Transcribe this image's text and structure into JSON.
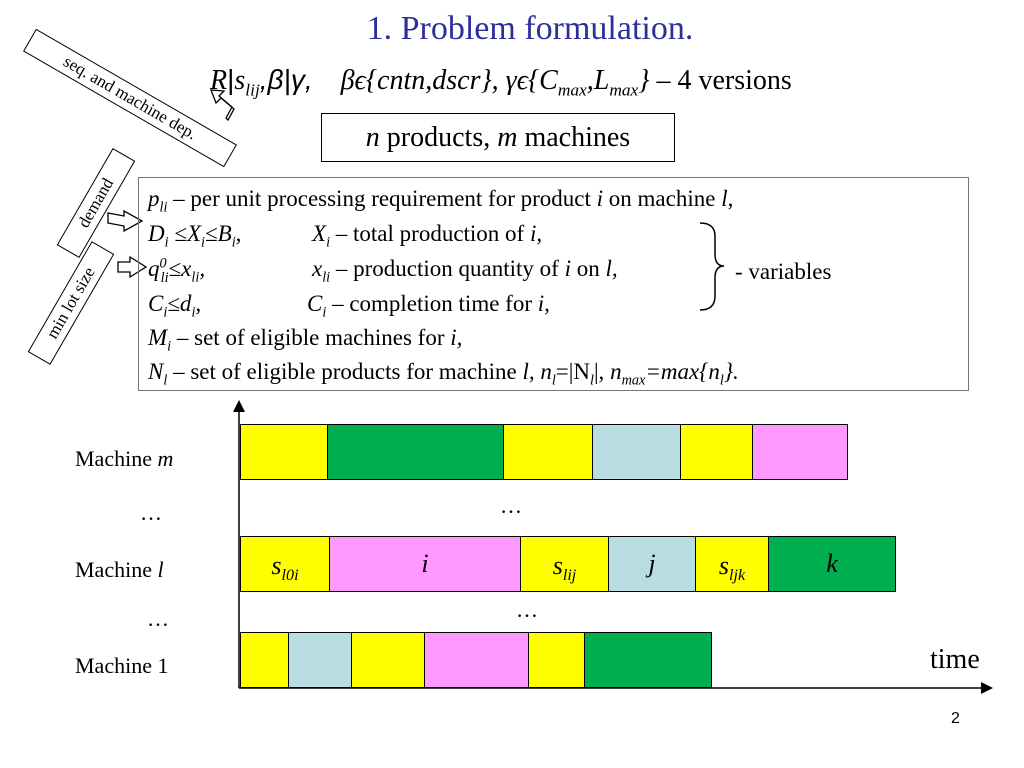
{
  "title": "1. Problem formulation.",
  "formula": {
    "R": "R",
    "bar1": "|",
    "s": "s",
    "s_sub": "lij",
    "beta_gamma": ",β|γ,",
    "beta_in": "βϵ{cntn,dscr},",
    "gamma_in": "γϵ{C",
    "max1": "max",
    "comma_L": ",L",
    "max2": "max",
    "close": "}",
    "versions": " – 4 versions"
  },
  "np_box": {
    "n": "n",
    "products": " products, ",
    "m": "m",
    "machines": " machines"
  },
  "tags": {
    "seq_machine": "seq. and machine dep.",
    "demand": "demand",
    "min_lot": "min lot size"
  },
  "definitions": {
    "l1_p": "p",
    "l1_p_sub": "li",
    "l1_text_a": " – per unit processing requirement for product ",
    "l1_i": "i",
    "l1_text_b": " on machine ",
    "l1_l": "l",
    "l1_end": ",",
    "l2_D": "D",
    "l2_D_sub": "i",
    "l2_le1": " ≤X",
    "l2_X_sub": "i",
    "l2_le2": "≤B",
    "l2_B_sub": "i",
    "l2_comma": ",",
    "l2_X": "X",
    "l2_X2_sub": "i",
    "l2_text": " – total production of ",
    "l2_i": "i,",
    "l3_q": "q",
    "l3_sup": "0",
    "l3_q_sub": "li",
    "l3_le": "≤x",
    "l3_x_sub": "li",
    "l3_comma": ",",
    "l3_x": "x",
    "l3_x2_sub": "li",
    "l3_text_a": " – production quantity of ",
    "l3_i": "i",
    "l3_text_b": " on ",
    "l3_l": "l,",
    "l4_C": "C",
    "l4_C_sub": "i",
    "l4_le": "≤d",
    "l4_d_sub": "i",
    "l4_comma": ",",
    "l4_C2": "C",
    "l4_C2_sub": "i",
    "l4_text": " – completion time for ",
    "l4_i": "i,",
    "l5_M": "M",
    "l5_M_sub": "i",
    "l5_text": " – set of eligible machines for ",
    "l5_i": "i,",
    "l6_N": "N",
    "l6_N_sub": "l",
    "l6_text": " – set of eligible products for machine ",
    "l6_l": "l, n",
    "l6_n_sub": "l",
    "l6_eq": "=|N",
    "l6_N2_sub": "l",
    "l6_bar": "|, ",
    "l6_n": "n",
    "l6_max_sub": "max",
    "l6_eq2": "=max{n",
    "l6_n2_sub": "l",
    "l6_end": "}."
  },
  "variables_label": "- variables",
  "gantt": {
    "machine_m_text": "Machine ",
    "machine_m_var": "m",
    "machine_l_text": "Machine ",
    "machine_l_var": "l",
    "machine_1": "Machine 1",
    "dots": "…",
    "time": "time",
    "labels": {
      "s_l0i": "s",
      "s_l0i_sub": "l0i",
      "i": "i",
      "s_lij": "s",
      "s_lij_sub": "lij",
      "j": "j",
      "s_ljk": "s",
      "s_ljk_sub": "ljk",
      "k": "k"
    }
  },
  "colors": {
    "yellow": "#ffff00",
    "green": "#00b050",
    "light_blue": "#b7dde3",
    "pink": "#ff99ff",
    "title_blue": "#2e2e9a"
  },
  "page_number": "2"
}
